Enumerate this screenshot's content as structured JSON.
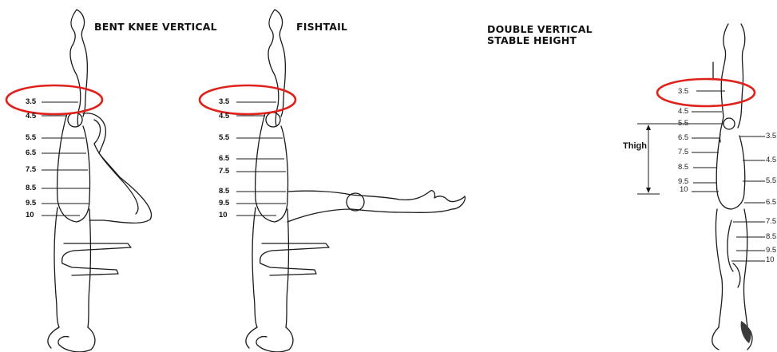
{
  "panels": [
    {
      "id": "bent-knee-vertical",
      "title_lines": [
        "BENT KNEE VERTICAL"
      ],
      "markers": [
        "3.5",
        "4.5",
        "5.5",
        "6.5",
        "7.5",
        "8.5",
        "9.5",
        "10"
      ],
      "highlighted_marker": "3.5"
    },
    {
      "id": "fishtail",
      "title_lines": [
        "FISHTAIL"
      ],
      "markers": [
        "3.5",
        "4.5",
        "5.5",
        "6.5",
        "7.5",
        "8.5",
        "9.5",
        "10"
      ],
      "highlighted_marker": "3.5"
    },
    {
      "id": "double-vertical",
      "title_lines": [
        "DOUBLE VERTICAL",
        "STABLE HEIGHT"
      ],
      "markers_left": [
        "3.5",
        "4.5",
        "5.5",
        "6.5",
        "7.5",
        "8.5",
        "9.5",
        "10"
      ],
      "markers_right": [
        "3.5",
        "4.5",
        "5.5",
        "6.5",
        "7.5",
        "8.5",
        "9.5",
        "10"
      ],
      "thigh_label": "Thigh",
      "highlighted_marker": "3.5"
    }
  ],
  "colors": {
    "highlight": "#e0201b",
    "line": "#1a1a1a"
  }
}
